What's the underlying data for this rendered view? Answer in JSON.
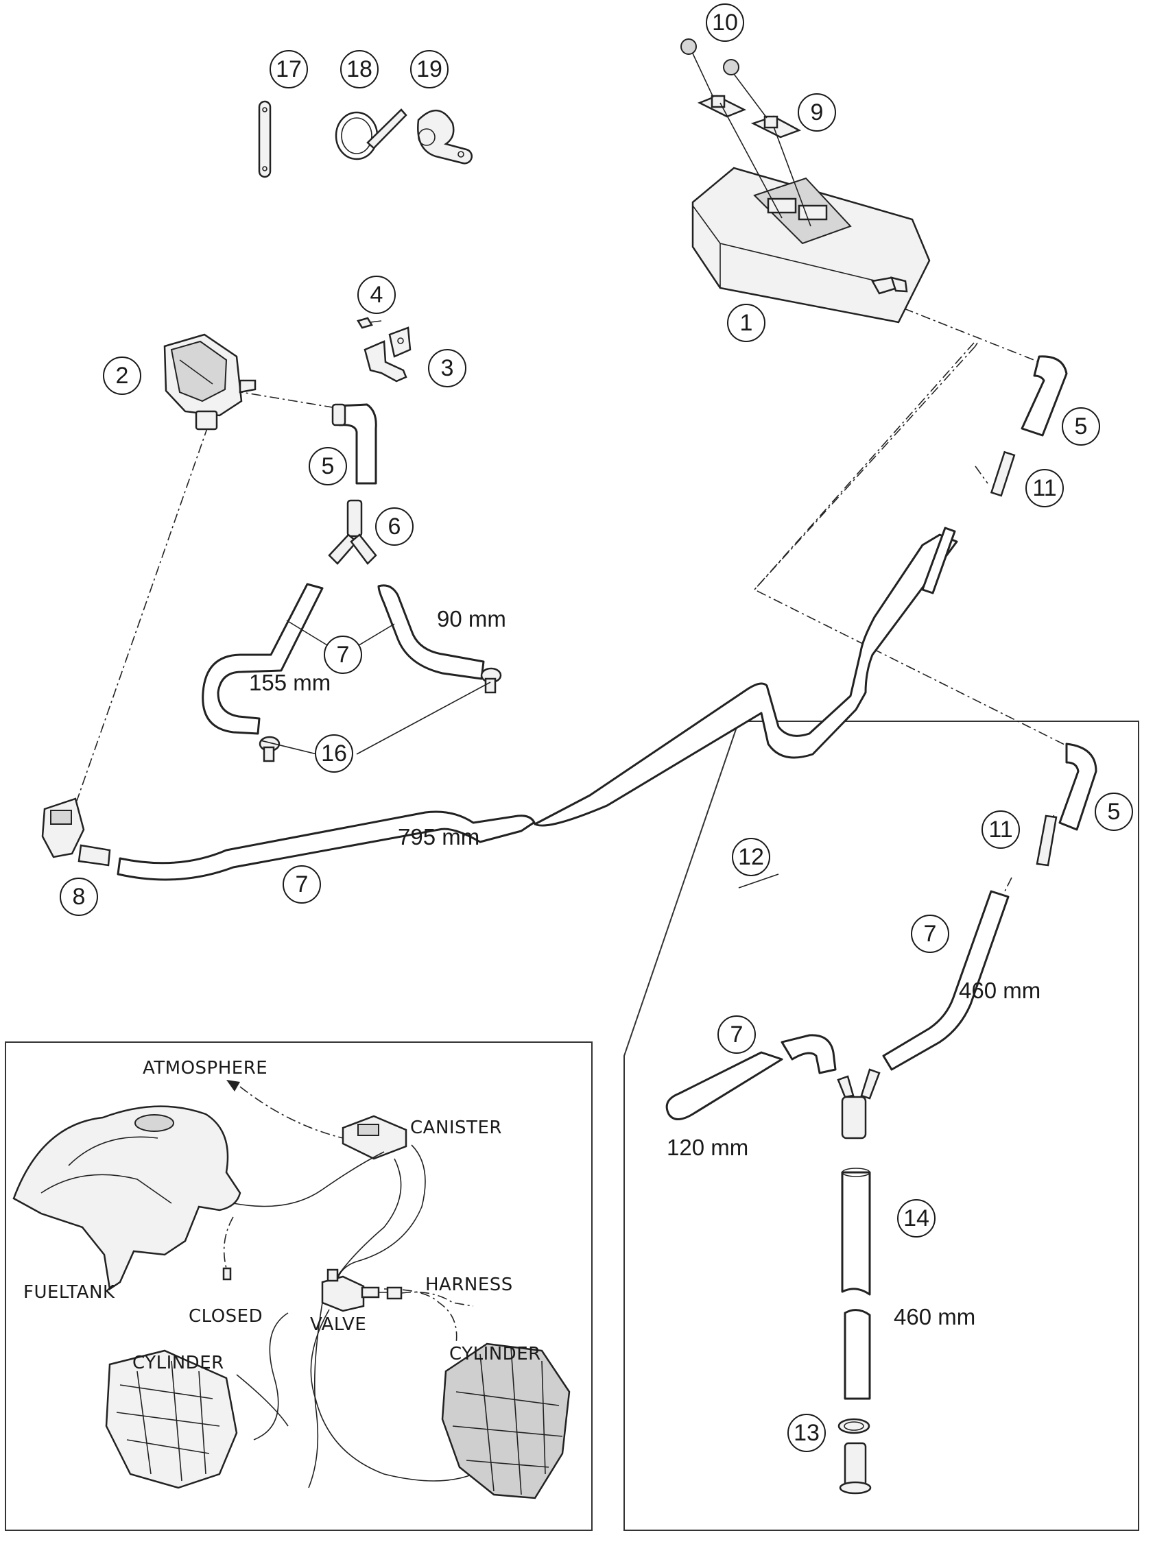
{
  "callouts": {
    "c1": "1",
    "c2": "2",
    "c3": "3",
    "c4": "4",
    "c5a": "5",
    "c5b": "5",
    "c5c": "5",
    "c6": "6",
    "c7a": "7",
    "c7b": "7",
    "c7c": "7",
    "c7d": "7",
    "c8": "8",
    "c9": "9",
    "c10": "10",
    "c11a": "11",
    "c11b": "11",
    "c12": "12",
    "c13": "13",
    "c14": "14",
    "c16": "16",
    "c17": "17",
    "c18": "18",
    "c19": "19"
  },
  "dimensions": {
    "d90": "90 mm",
    "d155": "155 mm",
    "d795": "795 mm",
    "d460a": "460 mm",
    "d460b": "460 mm",
    "d120": "120 mm"
  },
  "schematic": {
    "atmosphere": "ATMOSPHERE",
    "canister": "CANISTER",
    "fueltank": "FUELTANK",
    "closed": "CLOSED",
    "valve": "VALVE",
    "harness": "HARNESS",
    "cylinder_left": "CYLINDER",
    "cylinder_right": "CYLINDER"
  }
}
